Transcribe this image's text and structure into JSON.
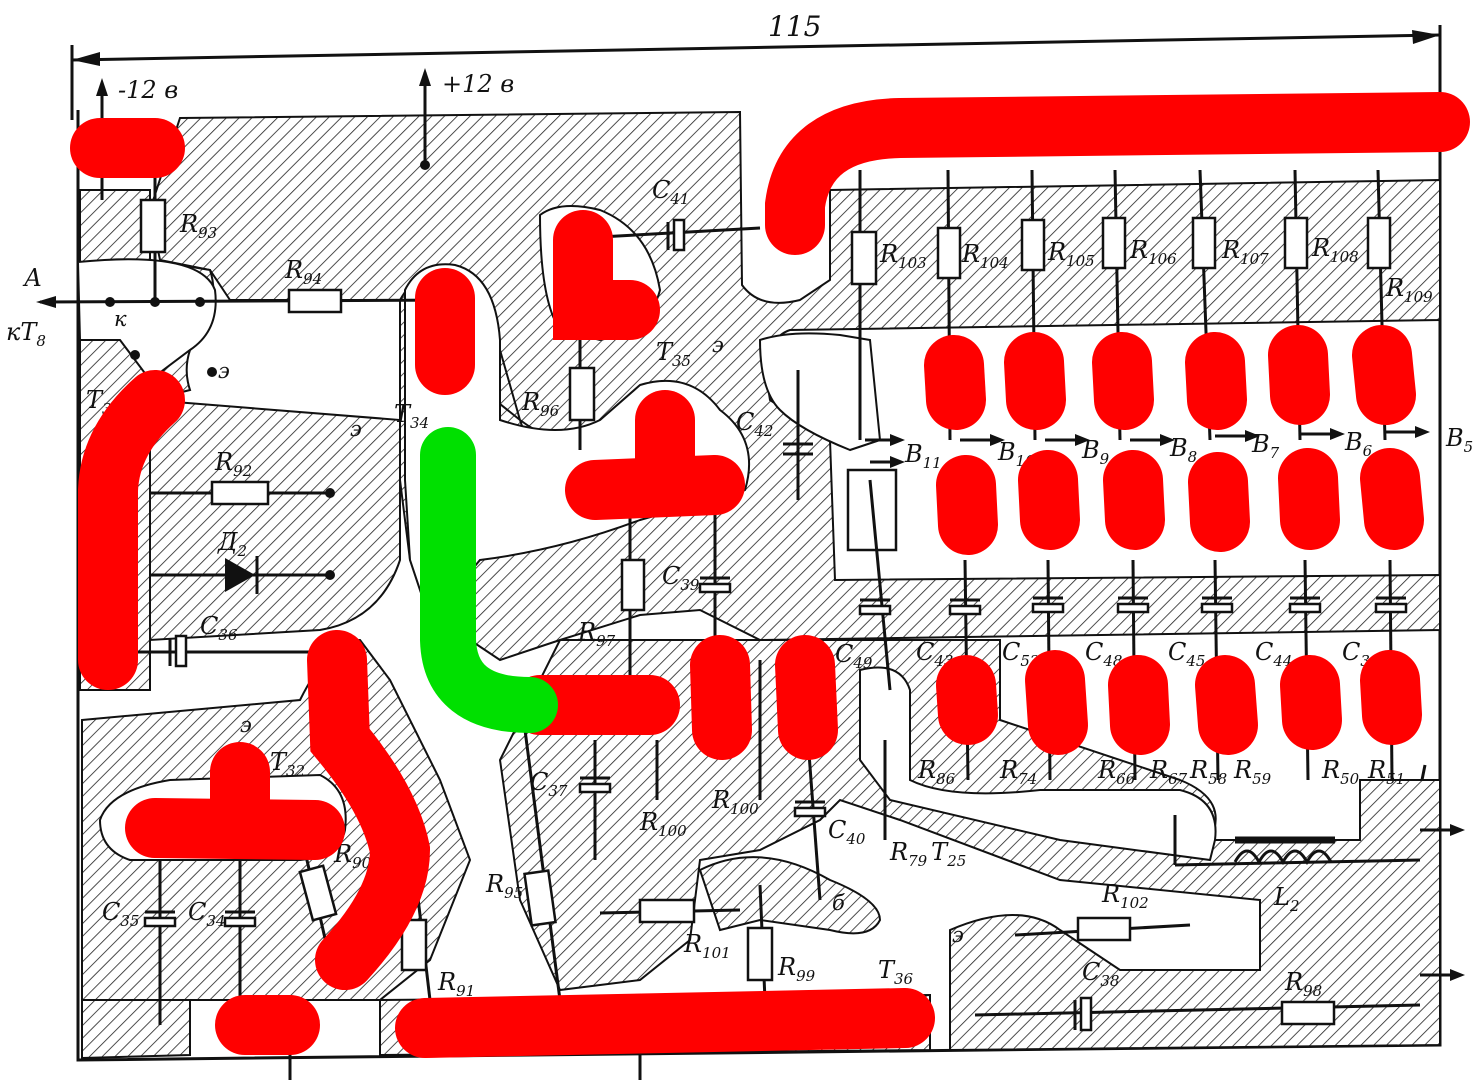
{
  "dimension": {
    "value": "115"
  },
  "supply": {
    "negative": "-12 в",
    "positive": "+12 в"
  },
  "terminals": {
    "a": "А",
    "kt": "кТ",
    "kt_sub": "8"
  },
  "components": {
    "r93": "R",
    "r93_sub": "93",
    "r94": "R",
    "r94_sub": "94",
    "r92": "R",
    "r92_sub": "92",
    "d2": "Д",
    "d2_sub": "2",
    "c36": "С",
    "c36_sub": "36",
    "t33": "Т",
    "t33_sub": "33",
    "t34": "Т",
    "t34_sub": "34",
    "t35": "Т",
    "t35_sub": "35",
    "t32": "Т",
    "t32_sub": "32",
    "t36": "Т",
    "t36_sub": "36",
    "c41": "С",
    "c41_sub": "41",
    "c42": "С",
    "c42_sub": "42",
    "c39": "С",
    "c39_sub": "39",
    "c37": "С",
    "c37_sub": "37",
    "c35": "С",
    "c35_sub": "35",
    "c34": "С",
    "c34_sub": "34",
    "c38": "С",
    "c38_sub": "38",
    "c40": "С",
    "c40_sub": "40",
    "c49": "С",
    "c49_sub": "49",
    "r96": "R",
    "r96_sub": "96",
    "r97": "R",
    "r97_sub": "97",
    "r95": "R",
    "r95_sub": "95",
    "r91": "R",
    "r91_sub": "91",
    "r90": "R",
    "r90_sub": "90",
    "r100a": "R",
    "r100a_sub": "100",
    "r100b": "R",
    "r100b_sub": "100",
    "r101": "R",
    "r101_sub": "101",
    "r99": "R",
    "r99_sub": "99",
    "r102": "R",
    "r102_sub": "102",
    "r98": "R",
    "r98_sub": "98",
    "r79": "R",
    "r79_sub": "79",
    "t25": "Т",
    "t25_sub": "25",
    "l2": "L",
    "l2_sub": "2",
    "b11": "В",
    "b11_sub": "11"
  },
  "resistor_bank_top": [
    {
      "label": "R",
      "sub": "103"
    },
    {
      "label": "R",
      "sub": "104"
    },
    {
      "label": "R",
      "sub": "105"
    },
    {
      "label": "R",
      "sub": "106"
    },
    {
      "label": "R",
      "sub": "107"
    },
    {
      "label": "R",
      "sub": "108"
    },
    {
      "label": "R",
      "sub": "109"
    }
  ],
  "outputs_b": [
    {
      "label": "В",
      "sub": "10"
    },
    {
      "label": "В",
      "sub": "9"
    },
    {
      "label": "В",
      "sub": "8"
    },
    {
      "label": "В",
      "sub": "7"
    },
    {
      "label": "В",
      "sub": "6"
    },
    {
      "label": "В",
      "sub": "5"
    }
  ],
  "capacitor_row": [
    {
      "label": "С",
      "sub": "43"
    },
    {
      "label": "С",
      "sub": "52"
    },
    {
      "label": "С",
      "sub": "48"
    },
    {
      "label": "С",
      "sub": "45"
    },
    {
      "label": "С",
      "sub": "44"
    },
    {
      "label": "С",
      "sub": "31"
    }
  ],
  "resistor_bank_bottom": [
    {
      "label": "R",
      "sub": "86"
    },
    {
      "label": "R",
      "sub": "74"
    },
    {
      "label": "R",
      "sub": "66"
    },
    {
      "label": "R",
      "sub": "67"
    },
    {
      "label": "R",
      "sub": "58"
    },
    {
      "label": "R",
      "sub": "59"
    },
    {
      "label": "R",
      "sub": "50"
    },
    {
      "label": "R",
      "sub": "51"
    }
  ],
  "pin_marks": {
    "k": "к",
    "e": "э",
    "b": "б"
  },
  "highlight_colors": {
    "red": "#ff0000",
    "green": "#00e000"
  }
}
